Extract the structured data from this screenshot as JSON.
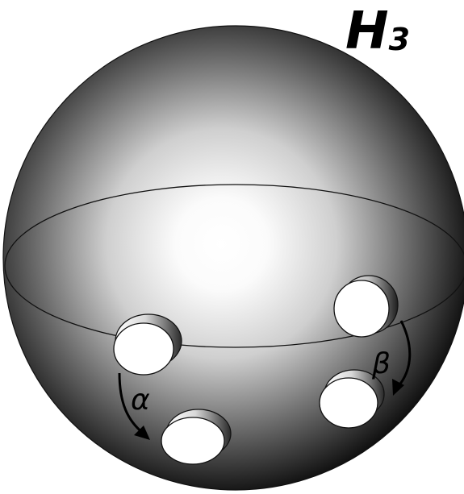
{
  "title": {
    "main": "H",
    "subscript": "3"
  },
  "arrows": {
    "alpha": "α",
    "beta": "β"
  },
  "colors": {
    "sphere_center": "#ffffff",
    "sphere_edge": "#0b0b0b",
    "outline": "#111111",
    "hole_face": "#ffffff"
  }
}
